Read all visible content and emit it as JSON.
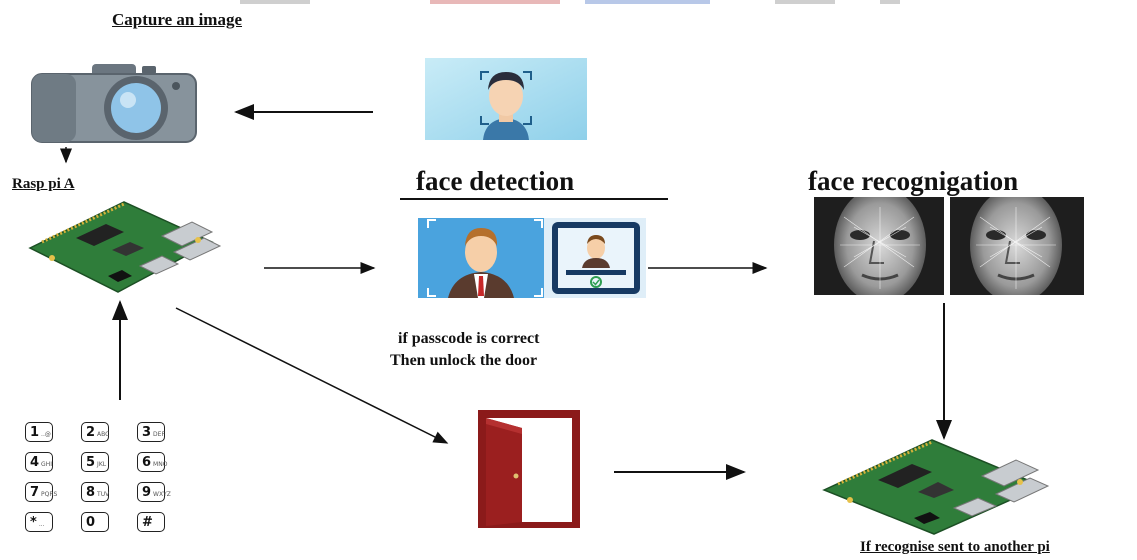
{
  "labels": {
    "capture": "Capture an image",
    "rasp_a": "Rasp pi A",
    "face_detection": "face detection",
    "face_recognition": "face recognigation",
    "passcode_line1": "if passcode is correct",
    "passcode_line2": "Then unlock the door",
    "sent_to_pi": "If recognise sent to another pi"
  },
  "keypad": {
    "keys": [
      {
        "main": "1",
        "sub": "..@"
      },
      {
        "main": "2",
        "sub": "ABC"
      },
      {
        "main": "3",
        "sub": "DEF"
      },
      {
        "main": "4",
        "sub": "GHI"
      },
      {
        "main": "5",
        "sub": "JKL"
      },
      {
        "main": "6",
        "sub": "MNO"
      },
      {
        "main": "7",
        "sub": "PQRS"
      },
      {
        "main": "8",
        "sub": "TUV"
      },
      {
        "main": "9",
        "sub": "WXYZ"
      },
      {
        "main": "*",
        "sub": "..."
      },
      {
        "main": "0",
        "sub": ""
      },
      {
        "main": "#",
        "sub": ""
      }
    ]
  },
  "colors": {
    "board_green": "#2f7d3a",
    "door_red": "#8b1a1a",
    "camera_body": "#7f8c95",
    "lens_blue": "#8fc4e8",
    "detection_bg": "#3b8fd1"
  }
}
